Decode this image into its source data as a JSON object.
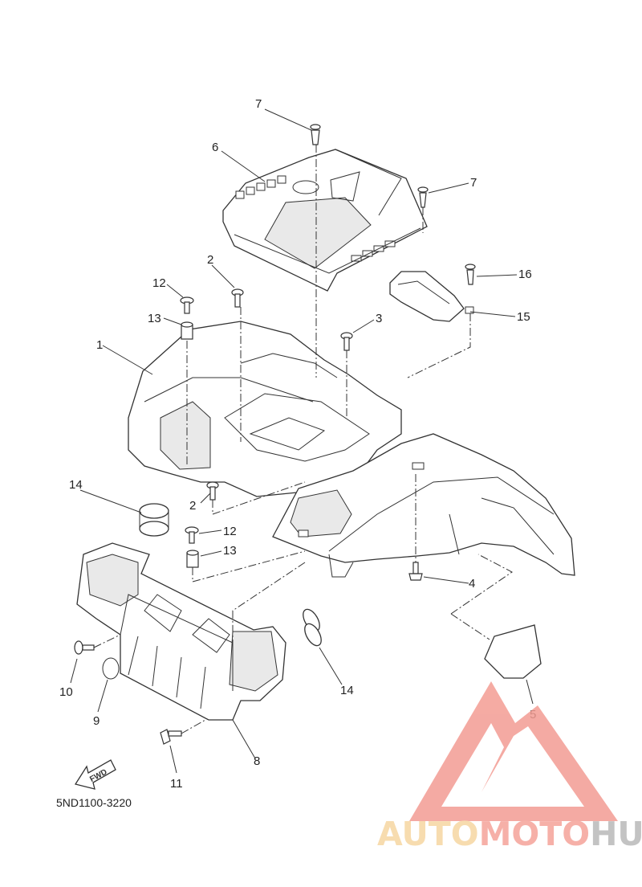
{
  "diagram": {
    "part_code": "5ND1100-3220",
    "fwd_label": "FWD",
    "callouts": [
      "7",
      "6",
      "7",
      "16",
      "15",
      "12",
      "2",
      "13",
      "3",
      "1",
      "14",
      "2",
      "12",
      "13",
      "4",
      "10",
      "9",
      "14",
      "5",
      "11",
      "8"
    ]
  },
  "watermark": {
    "part1": "AUTO",
    "part2": "MOTO",
    "part3": "HUB",
    "colors": {
      "part1": "#f6d6a2",
      "part2": "#f5a39a",
      "part3": "#b9b9b9",
      "triangle": "#f39c93"
    }
  }
}
